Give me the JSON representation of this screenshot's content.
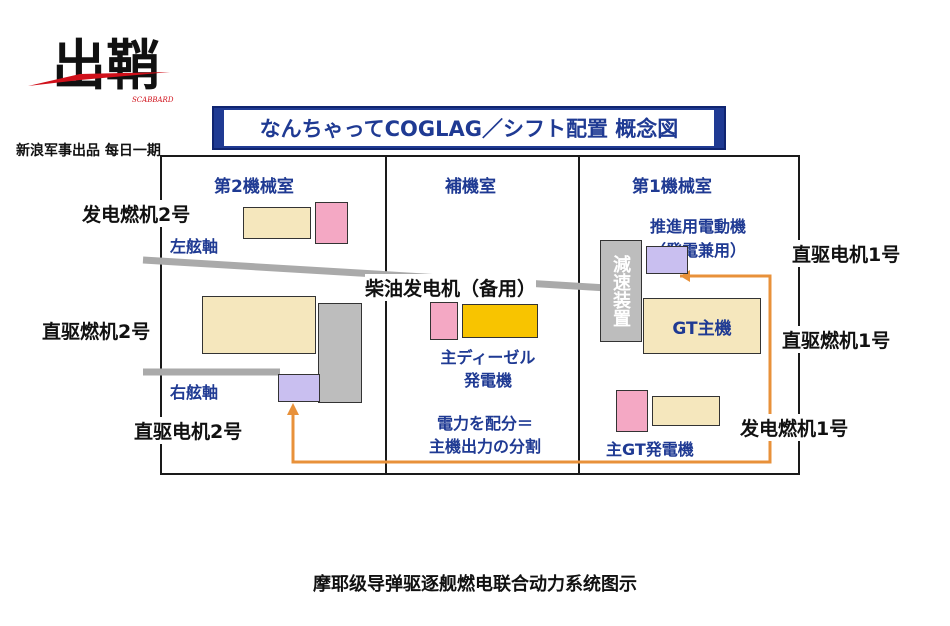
{
  "header": {
    "logo_text": "出鞘",
    "logo_sub": "SCABBARD",
    "source_label": "新浪军事出品 每日一期"
  },
  "diagram": {
    "title": "なんちゃってCOGLAG／シフト配置 概念図",
    "rooms": {
      "room2": "第2機械室",
      "aux": "補機室",
      "room1": "第1機械室"
    },
    "shafts": {
      "left": "左舷軸",
      "right": "右舷軸"
    },
    "aux": {
      "diesel": "主ディーゼル\n発電機",
      "note": "電力を配分＝\n主機出力の分割"
    },
    "room1": {
      "motor": "推進用電動機\n（発電兼用）",
      "gear": "減速装置",
      "gt_main": "GT主機",
      "gt_gen": "主GT発電機"
    },
    "annotations": {
      "gen_turbine_2": "发电燃机2号",
      "direct_turbine_2": "直驱燃机2号",
      "direct_motor_2": "直驱电机2号",
      "diesel_backup": "柴油发电机（备用）",
      "direct_motor_1": "直驱电机1号",
      "direct_turbine_1": "直驱燃机1号",
      "gen_turbine_1": "发电燃机1号"
    },
    "colors": {
      "title_blue": "#1f3a93",
      "arrow_orange": "#e8913a",
      "turbine_beige": "#f5e7bd",
      "generator_pink": "#f4a8c4",
      "motor_purple": "#c9bff0",
      "gear_gray": "#bdbdbd",
      "diesel_yellow": "#f8c400"
    }
  },
  "caption": "摩耶级导弹驱逐舰燃电联合动力系统图示"
}
